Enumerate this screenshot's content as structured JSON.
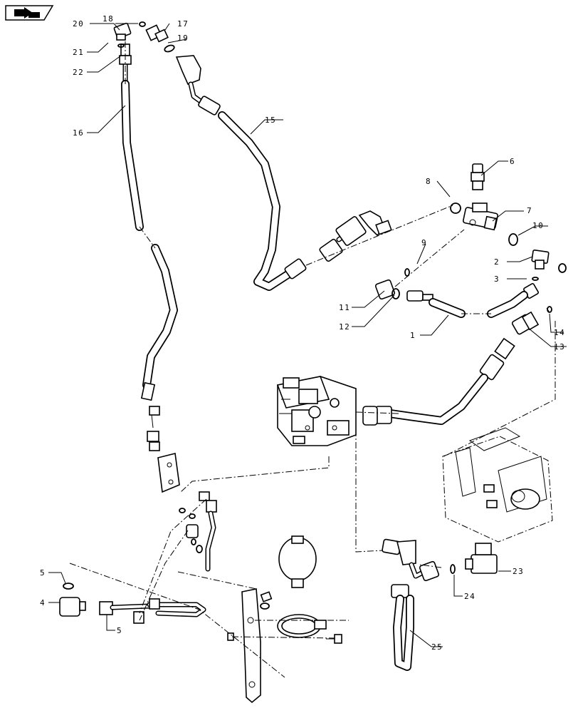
{
  "page": {
    "nav_icon": "return-arrow-icon"
  },
  "callouts": [
    {
      "id": "c20",
      "label": "20"
    },
    {
      "id": "c18",
      "label": "18"
    },
    {
      "id": "c17",
      "label": "17"
    },
    {
      "id": "c19",
      "label": "19"
    },
    {
      "id": "c21",
      "label": "21"
    },
    {
      "id": "c22",
      "label": "22"
    },
    {
      "id": "c16",
      "label": "16"
    },
    {
      "id": "c15",
      "label": "15"
    },
    {
      "id": "c6",
      "label": "6"
    },
    {
      "id": "c8",
      "label": "8"
    },
    {
      "id": "c7",
      "label": "7"
    },
    {
      "id": "c10",
      "label": "10"
    },
    {
      "id": "c9",
      "label": "9"
    },
    {
      "id": "c2",
      "label": "2"
    },
    {
      "id": "c3",
      "label": "3"
    },
    {
      "id": "c11",
      "label": "11"
    },
    {
      "id": "c12",
      "label": "12"
    },
    {
      "id": "c1",
      "label": "1"
    },
    {
      "id": "c14",
      "label": "14"
    },
    {
      "id": "c13",
      "label": "13"
    },
    {
      "id": "c5a",
      "label": "5"
    },
    {
      "id": "c4",
      "label": "4"
    },
    {
      "id": "c5b",
      "label": "5"
    },
    {
      "id": "c23",
      "label": "23"
    },
    {
      "id": "c24",
      "label": "24"
    },
    {
      "id": "c25",
      "label": "25"
    }
  ]
}
